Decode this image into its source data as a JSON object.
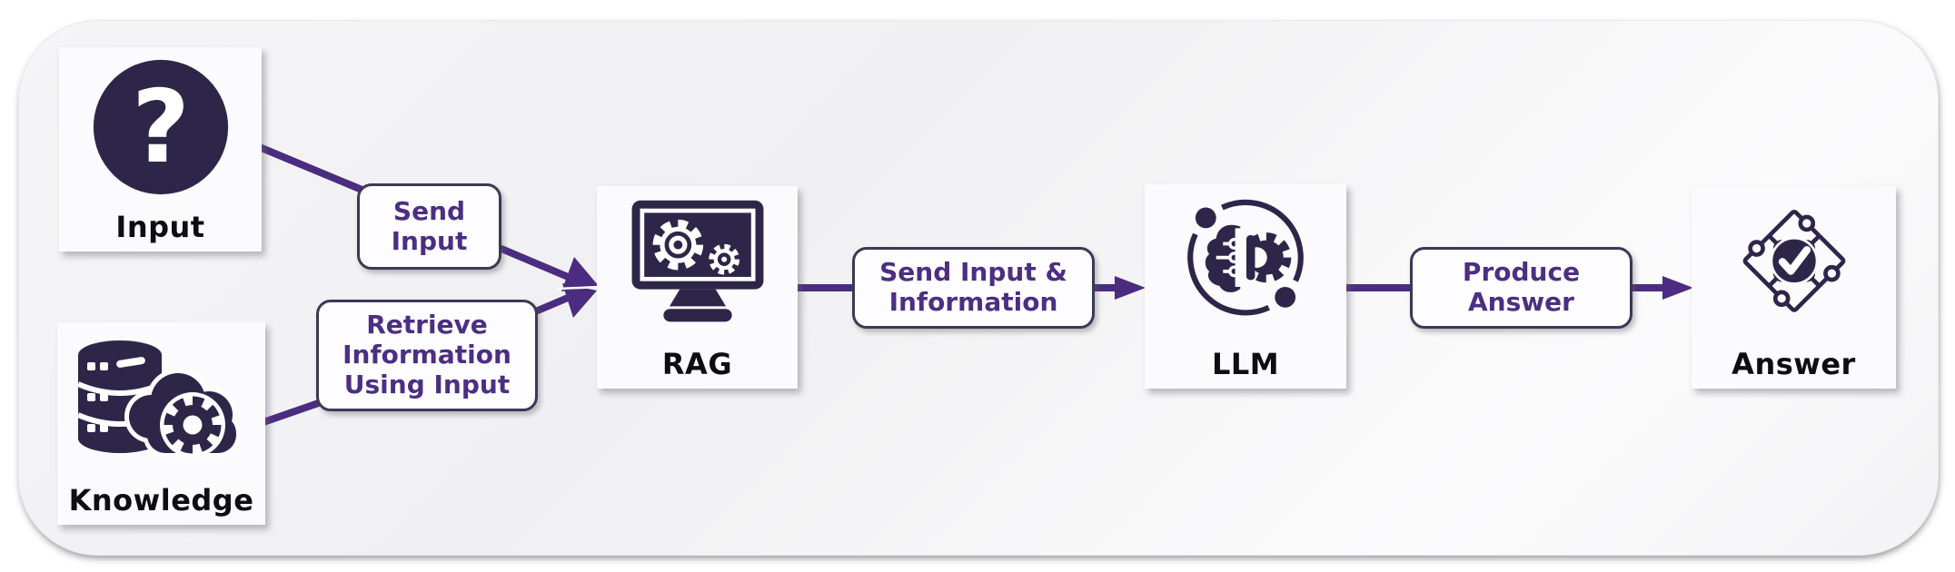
{
  "nodes": [
    {
      "id": "input",
      "label": "Input",
      "icon": "question-mark-icon"
    },
    {
      "id": "knowledge",
      "label": "Knowledge",
      "icon": "database-gear-icon"
    },
    {
      "id": "rag",
      "label": "RAG",
      "icon": "monitor-gears-icon"
    },
    {
      "id": "llm",
      "label": "LLM",
      "icon": "ai-brain-gear-icon"
    },
    {
      "id": "answer",
      "label": "Answer",
      "icon": "puzzle-check-icon"
    }
  ],
  "edge_labels": [
    {
      "id": "send-input",
      "text": "Send\nInput",
      "from": "Input",
      "to": "RAG"
    },
    {
      "id": "retrieve-information",
      "text": "Retrieve\nInformation\nUsing Input",
      "from": "Knowledge",
      "to": "RAG"
    },
    {
      "id": "send-input-information",
      "text": "Send Input &\nInformation",
      "from": "RAG",
      "to": "LLM"
    },
    {
      "id": "produce-answer",
      "text": "Produce\nAnswer",
      "from": "LLM",
      "to": "Answer"
    }
  ],
  "colors": {
    "arrow": "#4b2c80",
    "pill_text": "#4c2e82",
    "pill_border": "#3d3854",
    "icon_dark": "#2e2649",
    "node_label": "#0d0d12"
  }
}
